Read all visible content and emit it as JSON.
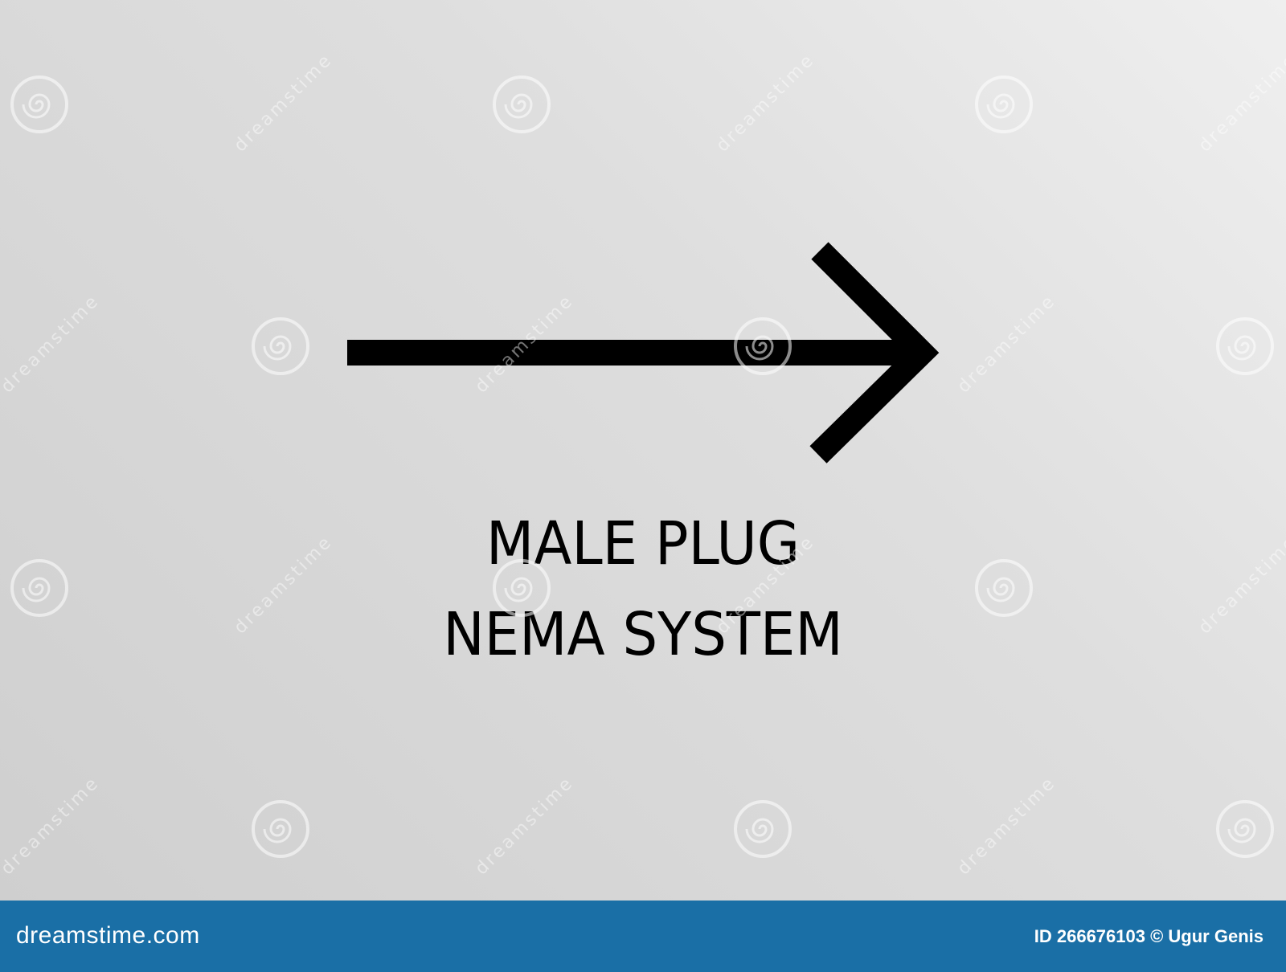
{
  "symbol": {
    "icon": "right-arrow-icon",
    "color": "#000000"
  },
  "label": {
    "line1": "MALE PLUG",
    "line2": "NEMA SYSTEM"
  },
  "watermark": {
    "text": "dreamstime",
    "icon": "spiral-logo-icon"
  },
  "footer": {
    "brand": "dreamstime.com",
    "credit": "ID 266676103 © Ugur Genis",
    "background": "#1a6fa6"
  },
  "background": {
    "gradient_light": "#efefef",
    "gradient_dark": "#cfcfcf"
  }
}
